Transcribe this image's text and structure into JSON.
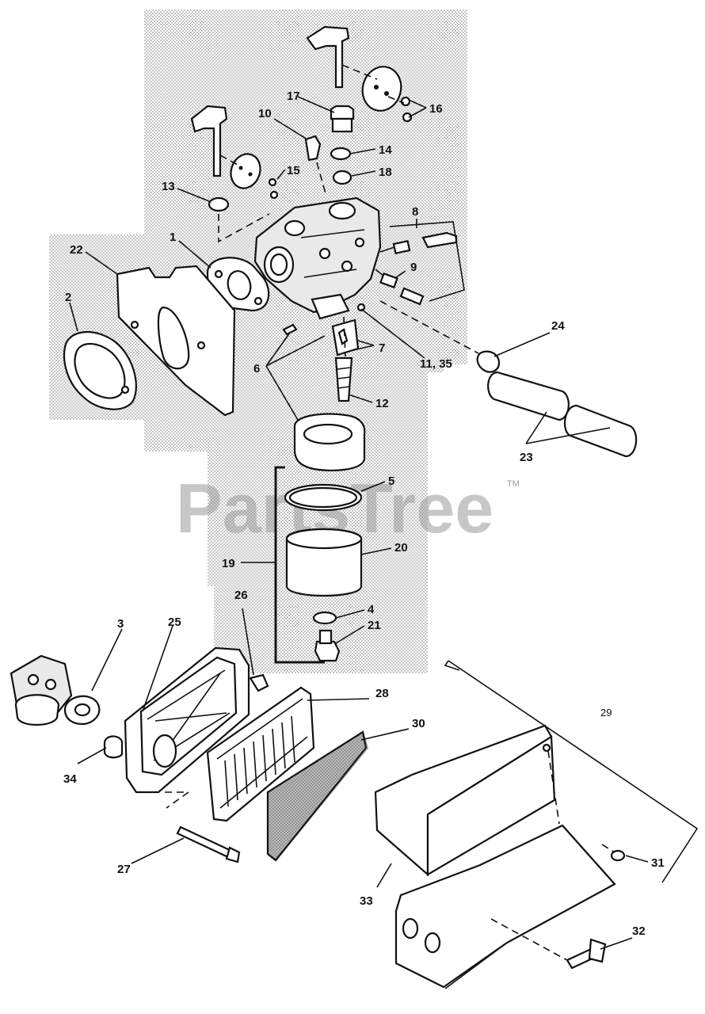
{
  "watermark": {
    "text": "PartsTree",
    "tm": "TM"
  },
  "callouts": {
    "c1": "1",
    "c2": "2",
    "c3": "3",
    "c4": "4",
    "c5": "5",
    "c6": "6",
    "c7": "7",
    "c8": "8",
    "c9": "9",
    "c10": "10",
    "c11": "11, 35",
    "c12": "12",
    "c13": "13",
    "c14": "14",
    "c15": "15",
    "c16": "16",
    "c17": "17",
    "c18": "18",
    "c19": "19",
    "c20": "20",
    "c21": "21",
    "c22": "22",
    "c23": "23",
    "c24": "24",
    "c25": "25",
    "c26": "26",
    "c27": "27",
    "c28": "28",
    "c29": "29",
    "c30": "30",
    "c31": "31",
    "c32": "32",
    "c33": "33",
    "c34": "34"
  },
  "colors": {
    "ink": "#111111",
    "shade": "#d4d4d4",
    "watermark": "#9a9a9a"
  }
}
